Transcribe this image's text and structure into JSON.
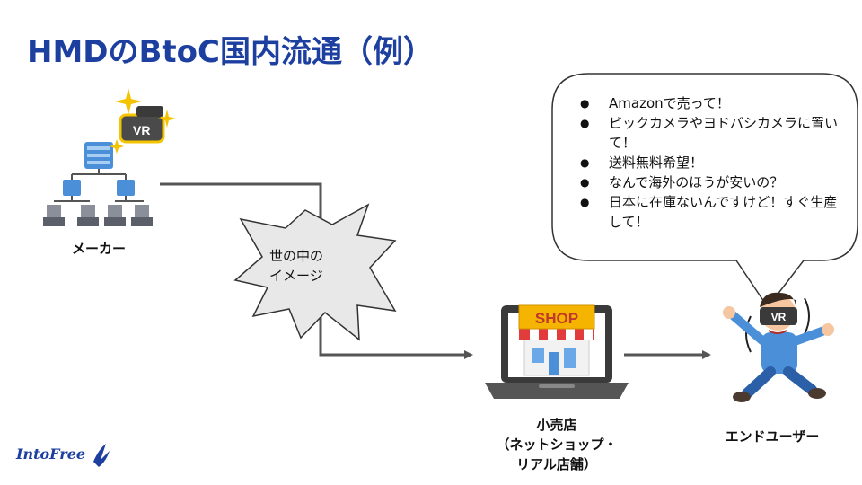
{
  "title": "HMDのBtoC国内流通（例）",
  "nodes": {
    "maker": "メーカー",
    "retailer_line1": "小売店",
    "retailer_line2": "（ネットショップ・",
    "retailer_line3": "リアル店舗）",
    "end_user": "エンドユーザー"
  },
  "image_burst": {
    "line1": "世の中の",
    "line2": "イメージ"
  },
  "bubble": {
    "items": [
      "Amazonで売って！",
      "ビックカメラやヨドバシカメラに置いて！",
      "送料無料希望！",
      "なんで海外のほうが安いの？",
      "日本に在庫ないんですけど！すぐ生産して！"
    ]
  },
  "icons": {
    "vr_label": "VR",
    "shop_sign": "SHOP",
    "user_vr_label": "VR"
  },
  "logo": "IntoFree"
}
